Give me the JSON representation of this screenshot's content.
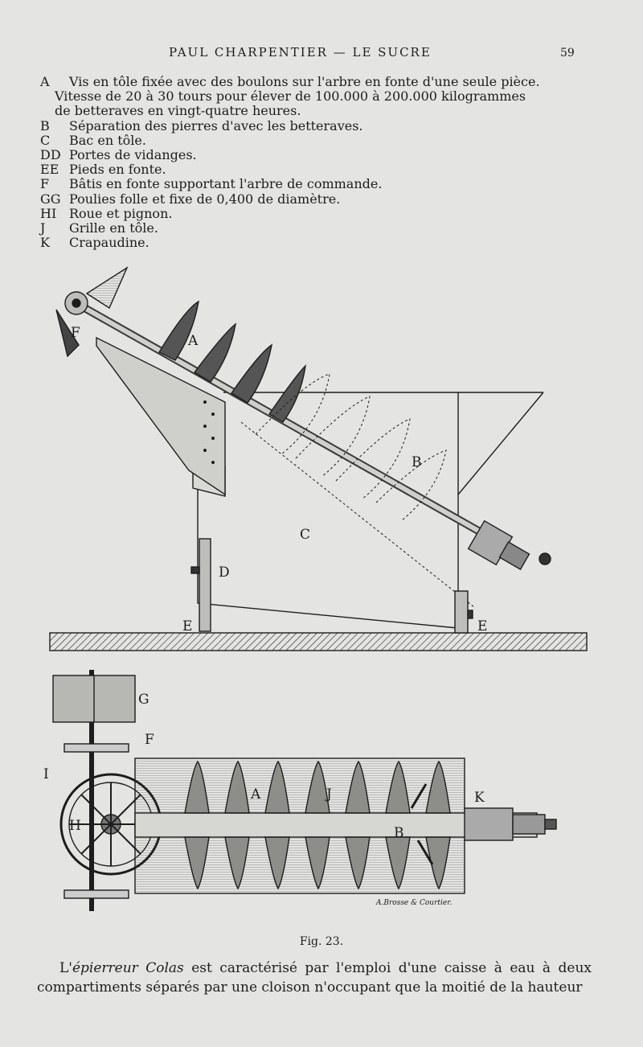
{
  "header": {
    "title": "PAUL CHARPENTIER — LE SUCRE",
    "page_number": "59"
  },
  "legend": [
    {
      "key": "A",
      "lines": [
        "Vis en tôle fixée avec des boulons sur l'arbre en fonte d'une seule pièce.",
        "Vitesse de 20 à 30 tours pour élever de 100.000 à 200.000 kilogrammes",
        "de betteraves en vingt-quatre heures."
      ]
    },
    {
      "key": "B",
      "lines": [
        "Séparation des pierres d'avec les betteraves."
      ]
    },
    {
      "key": "C",
      "lines": [
        "Bac en tôle."
      ]
    },
    {
      "key": "DD",
      "lines": [
        "Portes de vidanges."
      ]
    },
    {
      "key": "EE",
      "lines": [
        "Pieds en fonte."
      ]
    },
    {
      "key": "F",
      "lines": [
        "Bâtis en fonte supportant l'arbre de commande."
      ]
    },
    {
      "key": "GG",
      "lines": [
        "Poulies folle et fixe de 0,400 de diamètre."
      ]
    },
    {
      "key": "HI",
      "lines": [
        "Roue et pignon."
      ]
    },
    {
      "key": "J",
      "lines": [
        "Grille en tôle."
      ]
    },
    {
      "key": "K",
      "lines": [
        "Crapaudine."
      ]
    }
  ],
  "figure": {
    "labels": {
      "F_top": "F",
      "A_top": "A",
      "B_top": "B",
      "C_top": "C",
      "D_top": "D",
      "E_left": "E",
      "E_right": "E",
      "G": "G",
      "F_bottom": "F",
      "I": "I",
      "H": "H",
      "A_bottom": "A",
      "J": "J",
      "B_bottom": "B",
      "K": "K"
    },
    "engraver_signature": "A.Brosse & Courtier."
  },
  "caption": "Fig. 23.",
  "body": {
    "prefix": "L'",
    "italic": "épierreur Colas",
    "rest": " est caractérisé par l'emploi d'une caisse à eau à deux compartiments séparés par une cloison n'occupant que la moitié de la hauteur"
  }
}
